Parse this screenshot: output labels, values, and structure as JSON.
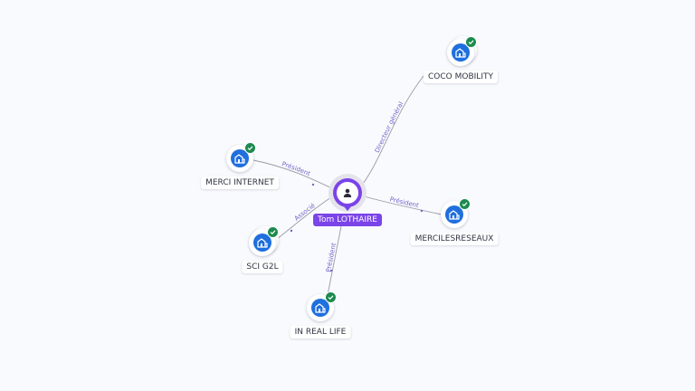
{
  "center_person": {
    "name": "Tom LOTHAIRE",
    "icon": "person-icon"
  },
  "companies": [
    {
      "id": "coco",
      "name": "COCO MOBILITY",
      "icon": "building-icon",
      "verified": true,
      "stacked": true
    },
    {
      "id": "merci-internet",
      "name": "MERCI INTERNET",
      "icon": "building-icon",
      "verified": true,
      "stacked": false
    },
    {
      "id": "mercilesreseaux",
      "name": "MERCILESRESEAUX",
      "icon": "building-icon",
      "verified": true,
      "stacked": false
    },
    {
      "id": "sci-g2l",
      "name": "SCI G2L",
      "icon": "building-icon",
      "verified": true,
      "stacked": true
    },
    {
      "id": "in-real-life",
      "name": "IN REAL LIFE",
      "icon": "building-icon",
      "verified": true,
      "stacked": false
    }
  ],
  "relations": [
    {
      "target": "coco",
      "label": "Directeur général"
    },
    {
      "target": "merci-internet",
      "label": "Président"
    },
    {
      "target": "mercilesreseaux",
      "label": "Président"
    },
    {
      "target": "sci-g2l",
      "label": "Associé"
    },
    {
      "target": "in-real-life",
      "label": "Président"
    }
  ],
  "colors": {
    "person": "#7a44e8",
    "company": "#1f6fde",
    "verified": "#1c8a4e",
    "edge": "#9a9aa8",
    "edge_label": "#6f66c9",
    "background": "#f9fafd"
  }
}
